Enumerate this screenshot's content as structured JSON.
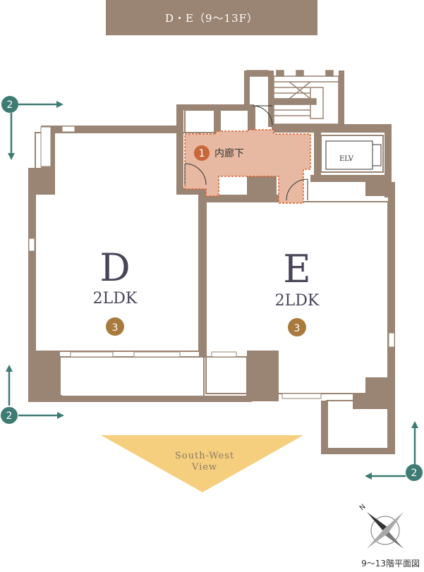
{
  "header": {
    "title": "D・E（9〜13F）"
  },
  "units": [
    {
      "letter": "D",
      "type": "2LDK",
      "badge": "3"
    },
    {
      "letter": "E",
      "type": "2LDK",
      "badge": "3"
    }
  ],
  "corridor": {
    "badge": "1",
    "label": "内廊下"
  },
  "elevator": {
    "label": "ELV"
  },
  "view": {
    "line1": "South-West",
    "line2": "View"
  },
  "view_markers": [
    "2",
    "2",
    "2"
  ],
  "compass": {
    "north": "N"
  },
  "caption": "9〜13階平面図",
  "colors": {
    "wall": "#9a8473",
    "corridor_fill": "#e8b9a2",
    "corridor_outline": "#d9622b",
    "badge_corridor": "#c8683a",
    "badge_unit": "#a87a3c",
    "marker": "#3e7b73",
    "view_triangle": "#f5cf7e"
  }
}
